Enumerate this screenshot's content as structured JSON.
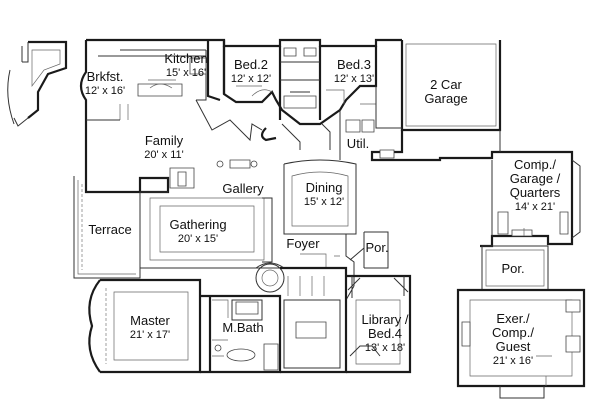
{
  "rooms": [
    {
      "id": "brkfst",
      "name": "Brkfst.",
      "size": "12' x 16'"
    },
    {
      "id": "kitchen",
      "name": "Kitchen",
      "size": "15' x 16'"
    },
    {
      "id": "bed2",
      "name": "Bed.2",
      "size": "12' x 12'"
    },
    {
      "id": "bed3",
      "name": "Bed.3",
      "size": "12' x 13'"
    },
    {
      "id": "garage",
      "name": "2 Car Garage",
      "size": ""
    },
    {
      "id": "family",
      "name": "Family",
      "size": "20' x 11'"
    },
    {
      "id": "util",
      "name": "Util.",
      "size": ""
    },
    {
      "id": "quarters",
      "name": "Comp./ Garage / Quarters",
      "size": "14' x 21'"
    },
    {
      "id": "gallery",
      "name": "Gallery",
      "size": ""
    },
    {
      "id": "dining",
      "name": "Dining",
      "size": "15' x 12'"
    },
    {
      "id": "terrace",
      "name": "Terrace",
      "size": ""
    },
    {
      "id": "gathering",
      "name": "Gathering",
      "size": "20' x 15'"
    },
    {
      "id": "foyer",
      "name": "Foyer",
      "size": ""
    },
    {
      "id": "por1",
      "name": "Por.",
      "size": ""
    },
    {
      "id": "por2",
      "name": "Por.",
      "size": ""
    },
    {
      "id": "master",
      "name": "Master",
      "size": "21' x 17'"
    },
    {
      "id": "mbath",
      "name": "M.Bath",
      "size": ""
    },
    {
      "id": "library",
      "name": "Library / Bed.4",
      "size": "13' x 18'"
    },
    {
      "id": "guest",
      "name": "Exer./ Comp./ Guest",
      "size": "21' x 16'"
    }
  ]
}
